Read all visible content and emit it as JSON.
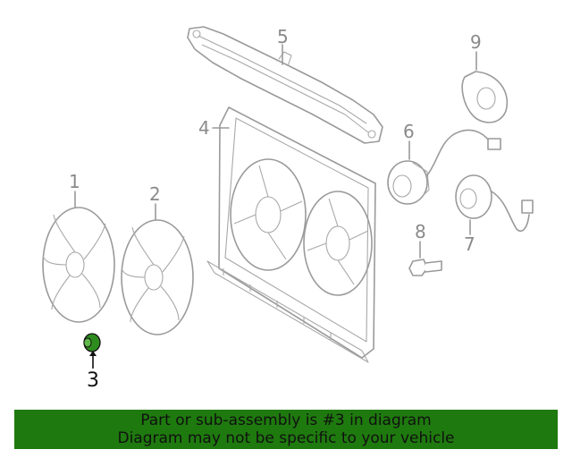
{
  "diagram": {
    "callouts": {
      "c1": "1",
      "c2": "2",
      "c3": "3",
      "c4": "4",
      "c5": "5",
      "c6": "6",
      "c7": "7",
      "c8": "8",
      "c9": "9"
    },
    "highlight_color": "#1e7a0e",
    "line_color": "#9a9a9a"
  },
  "banner": {
    "line1": "Part or sub-assembly is #3 in diagram",
    "line2": "Diagram may not be specific to your vehicle",
    "background": "#1e7a0e"
  }
}
